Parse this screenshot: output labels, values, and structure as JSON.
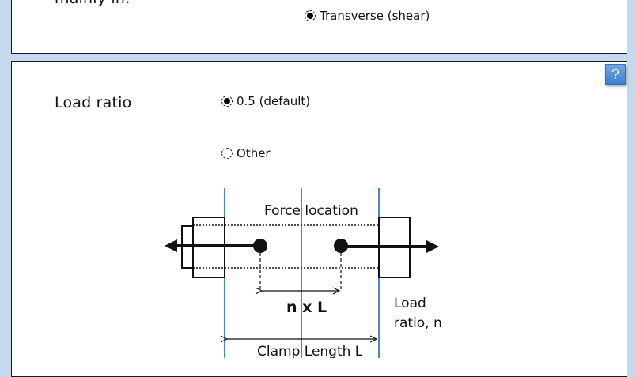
{
  "top_panel": {
    "question_fragment": "mainly in:",
    "option_selected_label": "Transverse (shear)",
    "option_selected_checked": true
  },
  "load_panel": {
    "title": "Load ratio",
    "help_label": "?",
    "options": [
      {
        "label": "0.5 (default)",
        "checked": true
      },
      {
        "label": "Other",
        "checked": false
      }
    ],
    "diagram": {
      "force_location_label": "Force location",
      "n_times_l_label": "n x L",
      "load_ratio_label_line1": "Load",
      "load_ratio_label_line2": "ratio, n",
      "clamp_length_label": "Clamp Length L",
      "guide_line_color": "#4a86d0"
    }
  }
}
